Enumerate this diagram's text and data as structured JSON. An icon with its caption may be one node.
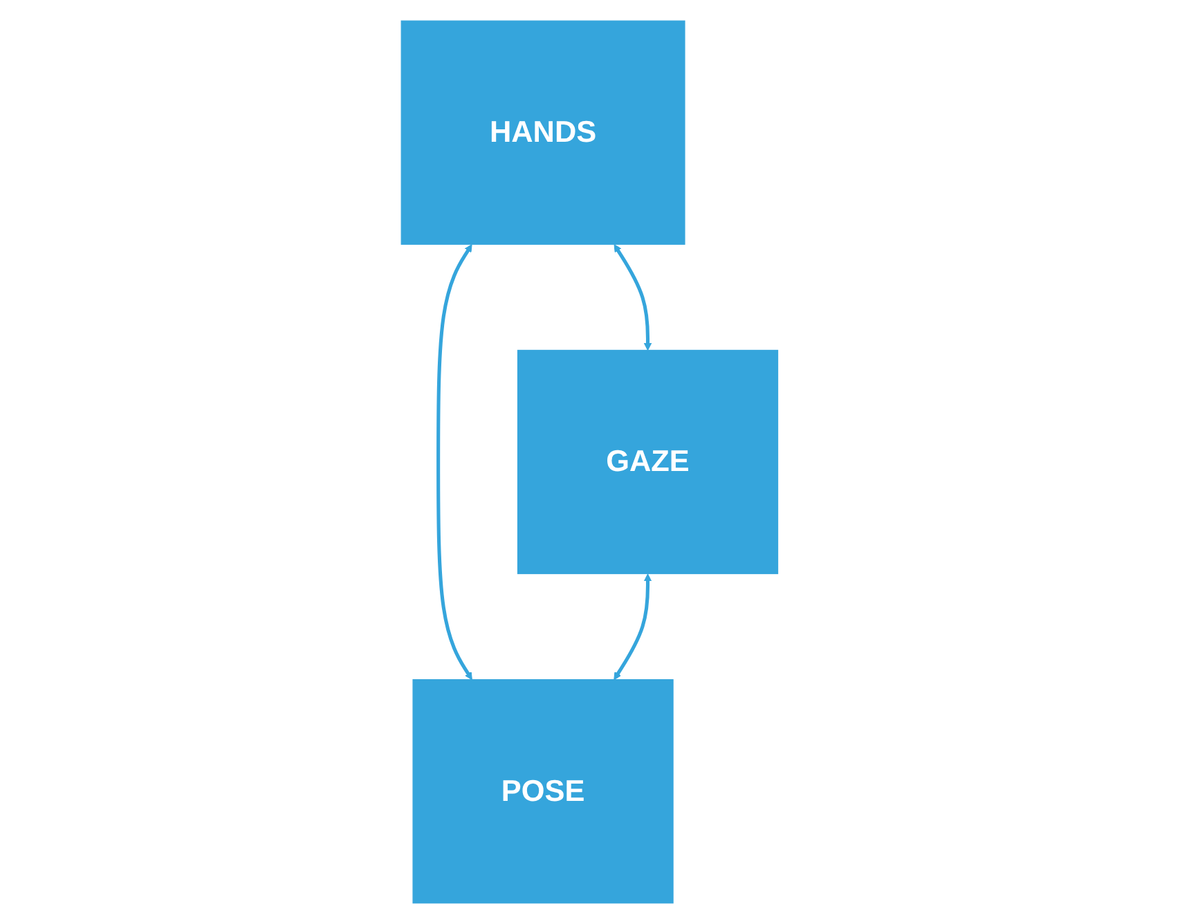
{
  "diagram": {
    "nodes": [
      {
        "text": [
          "HANDS"
        ]
      },
      {
        "text": [
          "GAZE"
        ]
      },
      {
        "text": [
          "POSE"
        ]
      }
    ],
    "edges": [
      {
        "from": 0,
        "to": 1,
        "arrow": "both"
      },
      {
        "from": 0,
        "to": 2,
        "arrow": "both"
      },
      {
        "from": 1,
        "to": 2,
        "arrow": "both"
      }
    ]
  }
}
